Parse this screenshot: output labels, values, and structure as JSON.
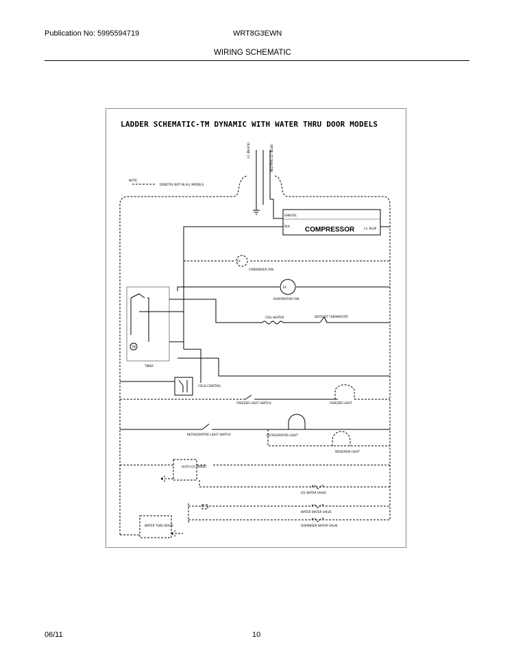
{
  "header": {
    "publication": "Publication No: 5995594719",
    "model": "WRT8G3EWN",
    "section": "WIRING SCHEMATIC"
  },
  "footer": {
    "date": "06/11",
    "page": "10"
  },
  "schematic": {
    "title": "LADDER SCHEMATIC-TM DYNAMIC WITH WATER THRU DOOR MODELS",
    "note_label": "NOTE:",
    "note_text": "DENOTES NOT IN ALL MODELS",
    "wire_line": "L1 (BLACK)",
    "wire_neutral": "NEUTRAL L2 (BLUE)",
    "compressor": "COMPRESSOR",
    "compressor_tag_top": "GRN/YEL",
    "compressor_tag_left": "BLK",
    "compressor_tag_right": "L2, BLUE",
    "condenser_fan": "CONDENSER FAN",
    "evaporator_fan": "EVAPORATOR FAN",
    "coil_heater": "COIL HEATER",
    "defrost_thermostat": "DEFROST THERMOSTAT",
    "timer": "TIMER",
    "cold_control": "COLD CONTROL",
    "freezer_light_switch": "FREEZER LIGHT SWITCH",
    "freezer_light": "FREEZER LIGHT",
    "refrigerator_light_switch": "REFRIGERATOR LIGHT SWITCH",
    "refrigerator_light": "REFRIGERATOR LIGHT",
    "wideview_light": "WIDEVIEW LIGHT",
    "auto_ice_maker": "AUTO ICE MAKER",
    "ice_water_valve": "ICE WATER VALVE",
    "water_water_valve": "WATER WATER VALVE",
    "dispenser_water_valve": "DISPENSER WATER VALVE",
    "water_thru_door": "WATER THRU DOOR"
  }
}
